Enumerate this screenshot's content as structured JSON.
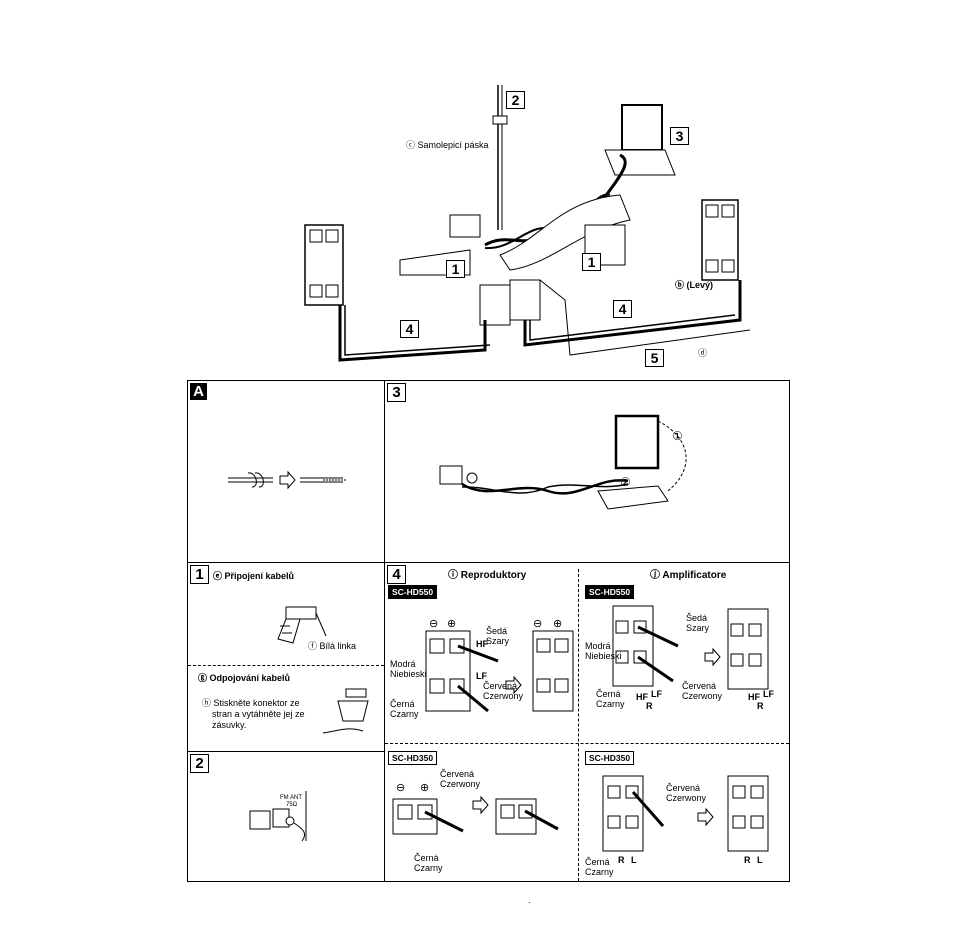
{
  "top": {
    "callout_2": "2",
    "callout_3": "3",
    "callout_1a": "1",
    "callout_1b": "1",
    "callout_4a": "4",
    "callout_4b": "4",
    "callout_5": "5",
    "tape_label": "ⓒ Samolepicí páska",
    "left_label": "ⓑ (Levý)",
    "d_label": "ⓓ"
  },
  "panel_A": {
    "number": "A"
  },
  "panel_3": {
    "number": "3",
    "step1": "①",
    "step2": "②"
  },
  "panel_1": {
    "number": "1",
    "connect_title": "ⓔ Připojení kabelů",
    "white_line": "ⓕ Bílá linka",
    "disconnect_title": "ⓖ Odpojování kabelů",
    "instruction": "ⓗ Stiskněte konektor ze stran a vytáhněte jej ze zásuvky.",
    "instruction_l1": "ⓗ Stiskněte konektor ze",
    "instruction_l2": "stran a vytáhněte jej ze",
    "instruction_l3": "zásuvky."
  },
  "panel_2": {
    "number": "2",
    "fm_ant": "FM ANT",
    "ohm": "75Ω"
  },
  "panel_4": {
    "number": "4",
    "speakers_title": "ⓘ Reproduktory",
    "amp_title": "ⓙ Amplificatore",
    "model_550": "SC-HD550",
    "model_350": "SC-HD350",
    "seda": "Šedá",
    "szary": "Szary",
    "modra": "Modrá",
    "niebieski": "Niebieski",
    "cerna": "Černá",
    "czarny": "Czarny",
    "cervena": "Červená",
    "czerwony": "Czerwony",
    "hf": "HF",
    "lf": "LF",
    "r": "R",
    "l": "L",
    "minus": "⊖",
    "plus": "⊕"
  },
  "footer_dot": "."
}
